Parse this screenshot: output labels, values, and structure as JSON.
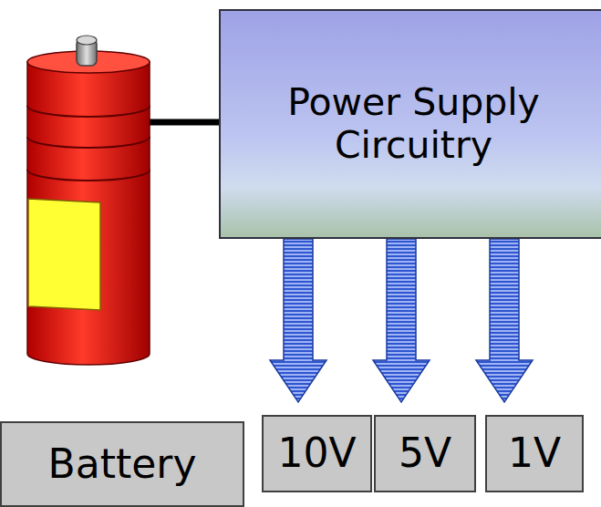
{
  "diagram": {
    "nodes": [
      {
        "text": [
          "Power Supply Circuitry"
        ]
      },
      {
        "text": [
          "Battery"
        ]
      },
      {
        "text": [
          "10V"
        ]
      },
      {
        "text": [
          "5V"
        ]
      },
      {
        "text": [
          "1V"
        ]
      }
    ],
    "edges": [
      {
        "from": 0,
        "to": 2,
        "arrow": "to"
      },
      {
        "from": 0,
        "to": 3,
        "arrow": "to"
      },
      {
        "from": 0,
        "to": 4,
        "arrow": "to"
      }
    ]
  }
}
